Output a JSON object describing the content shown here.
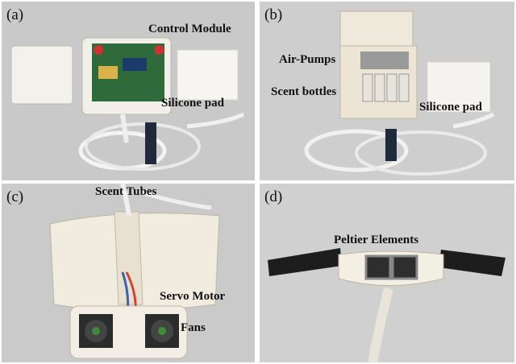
{
  "panels": [
    {
      "label": "(a)",
      "annotations": [
        "Control Module",
        "Silicone pad"
      ]
    },
    {
      "label": "(b)",
      "annotations": [
        "Air-Pumps",
        "Scent bottles",
        "Silicone pad"
      ]
    },
    {
      "label": "(c)",
      "annotations": [
        "Scent Tubes",
        "Servo Motor",
        "Fans"
      ]
    },
    {
      "label": "(d)",
      "annotations": [
        "Peltier Elements"
      ]
    }
  ]
}
